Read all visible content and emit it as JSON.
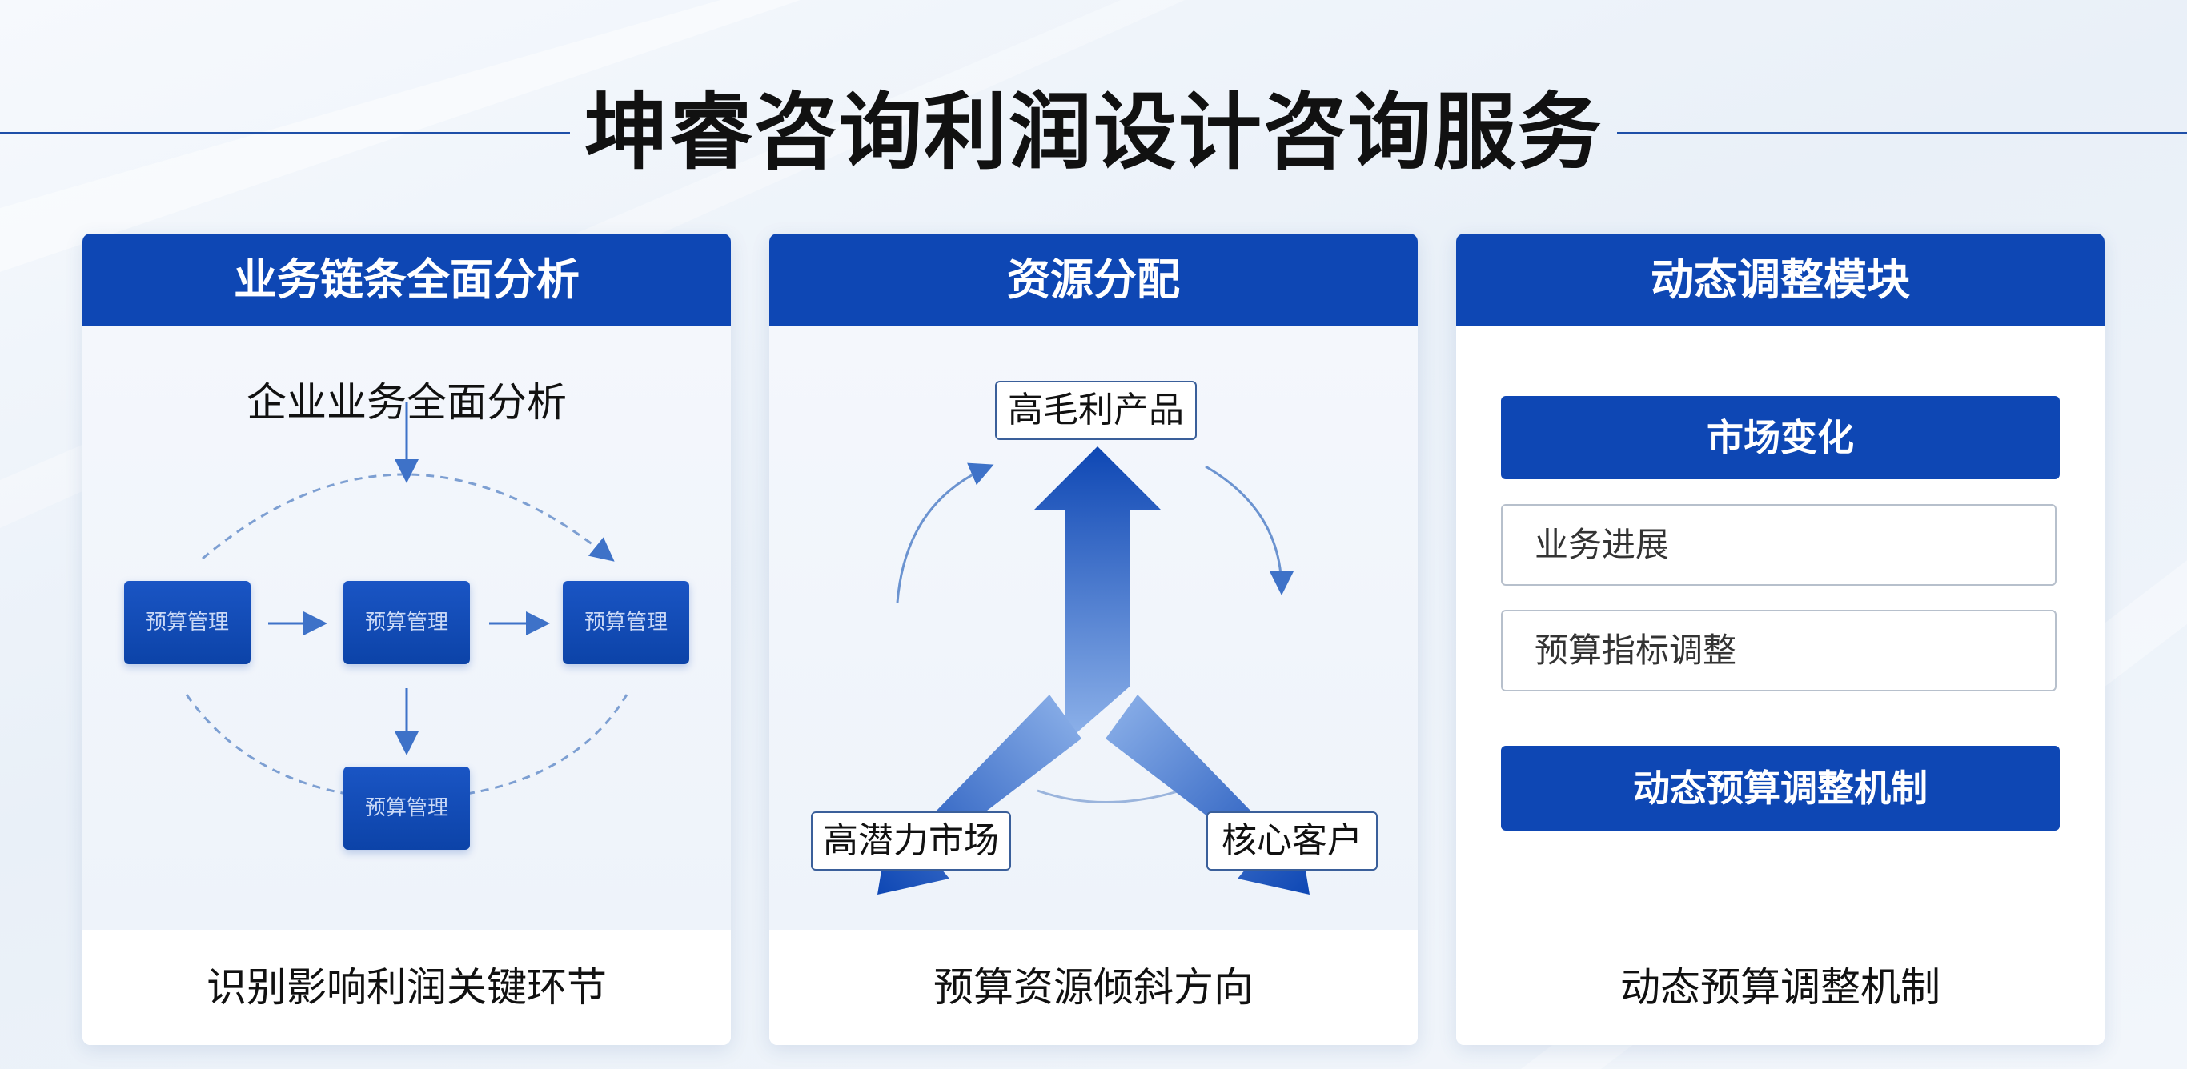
{
  "title": "坤睿咨询利润设计咨询服务",
  "panels": [
    {
      "header": "业务链条全面分析",
      "subtitle": "企业业务全面分析",
      "nodes": [
        "预算管理",
        "预算管理",
        "预算管理",
        "预算管理"
      ],
      "footer": "识别影响利润关键环节"
    },
    {
      "header": "资源分配",
      "labels": {
        "top": "高毛利产品",
        "left": "高潜力市场",
        "right": "核心客户"
      },
      "footer": "预算资源倾斜方向"
    },
    {
      "header": "动态调整模块",
      "bars": [
        "市场变化",
        "业务进展",
        "预算指标调整",
        "动态预算调整机制"
      ],
      "footer": "动态预算调整机制"
    }
  ],
  "colors": {
    "primary": "#0e47b4",
    "accent": "#1e4fa8",
    "text": "#111111"
  }
}
